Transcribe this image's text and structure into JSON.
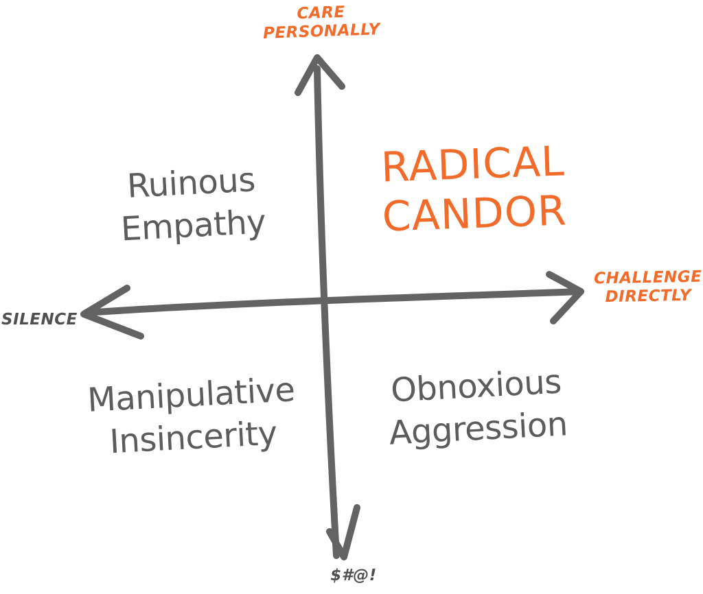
{
  "axes": {
    "top": "CARE\nPERSONALLY",
    "right": "CHALLENGE\nDIRECTLY",
    "left": "SILENCE",
    "bottom": "$#@!"
  },
  "quadrants": {
    "top_left": "Ruinous\nEmpathy",
    "top_right": "RADICAL\nCANDOR",
    "bottom_left": "Manipulative\nInsincerity",
    "bottom_right": "Obnoxious\nAggression"
  },
  "colors": {
    "accent": "#f26b2a",
    "ink": "#5c5c5c",
    "arrow": "#636363",
    "background": "#ffffff"
  }
}
